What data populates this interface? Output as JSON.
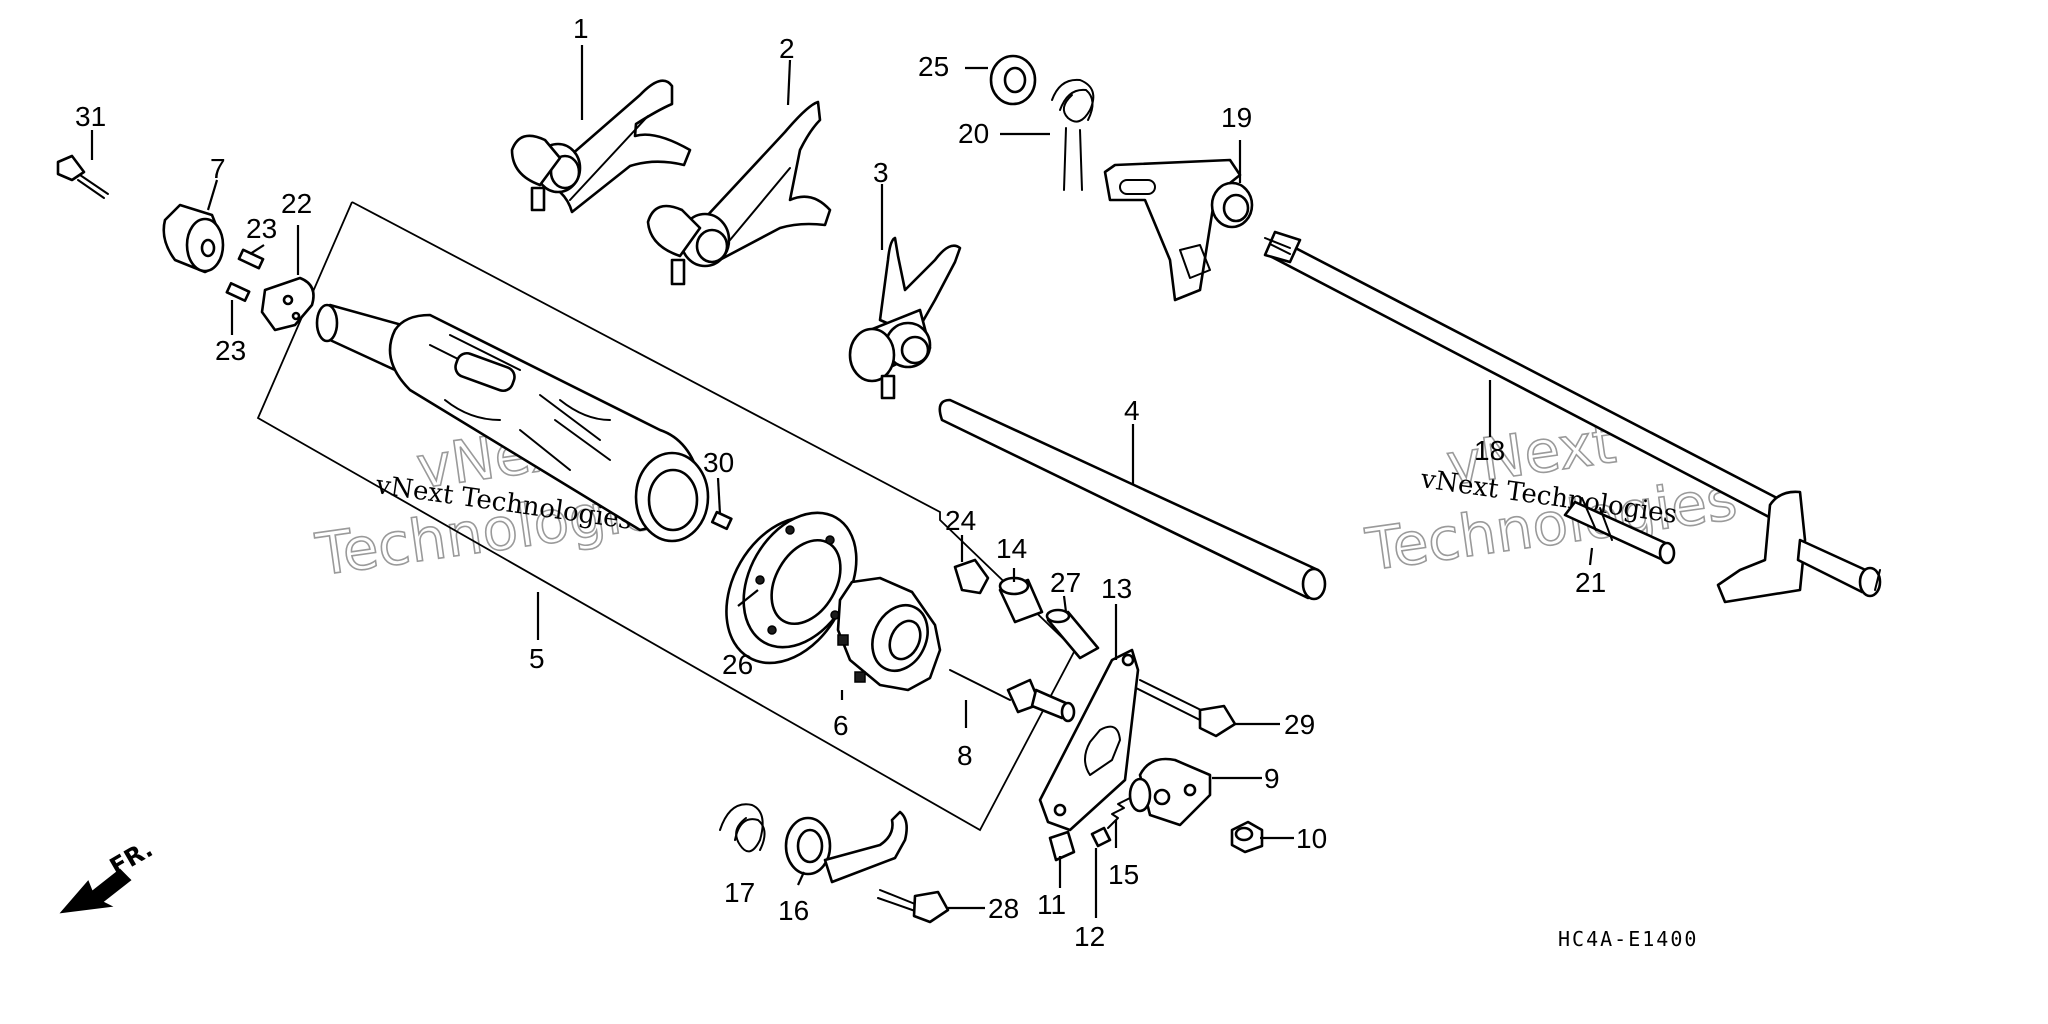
{
  "diagram": {
    "part_numbers": [
      "1",
      "2",
      "3",
      "4",
      "5",
      "6",
      "7",
      "8",
      "9",
      "10",
      "11",
      "12",
      "13",
      "14",
      "15",
      "16",
      "17",
      "18",
      "19",
      "20",
      "21",
      "22",
      "23",
      "24",
      "25",
      "26",
      "27",
      "28",
      "29",
      "30",
      "31"
    ],
    "extra_labels": {
      "pin_23_lower": "23"
    },
    "front_indicator": "FR.",
    "diagram_code": "HC4A-E1400",
    "watermark": {
      "brand_line1": "vNext Technologies",
      "brand_big_1": "vNext",
      "brand_big_2": "Technologies"
    }
  }
}
